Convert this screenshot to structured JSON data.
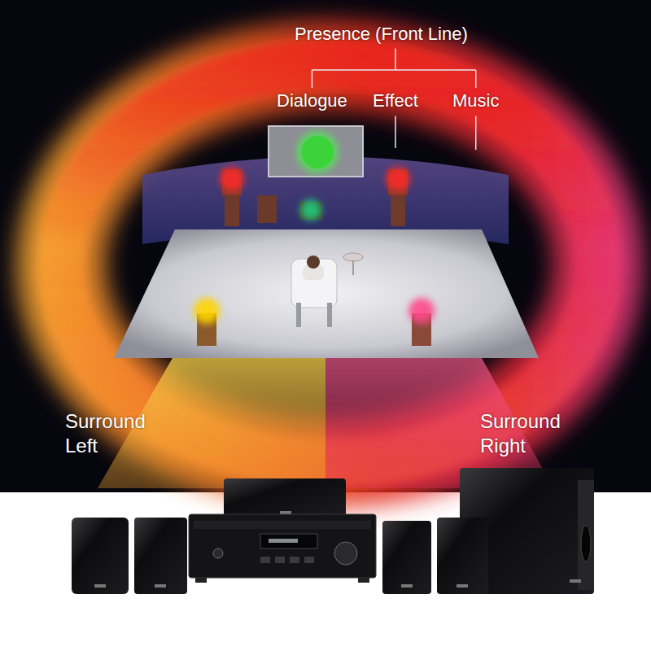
{
  "diagram": {
    "labels": [
      "Presence (Front Line)",
      "Dialogue",
      "Effect",
      "Music",
      "Surround Left",
      "Surround Right"
    ]
  }
}
